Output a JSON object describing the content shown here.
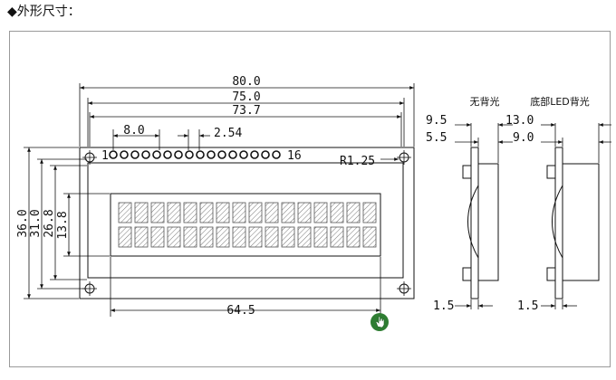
{
  "title": "◆外形尺寸：",
  "front_view": {
    "widths": {
      "outer": "80.0",
      "board": "75.0",
      "inner": "73.7",
      "pin_offset": "8.0",
      "pitch": "2.54",
      "window": "64.5"
    },
    "heights": {
      "outer": "36.0",
      "board": "31.0",
      "bezel": "26.8",
      "window": "13.8"
    },
    "pin_first": "1",
    "pin_last": "16",
    "radius": "R1.25",
    "pin_count": 16,
    "char_columns": 16,
    "char_rows": 2
  },
  "side_view_no_backlight": {
    "caption": "无背光",
    "depth_total": "9.5",
    "depth_body": "5.5",
    "bottom": "1.5"
  },
  "side_view_led_backlight": {
    "caption": "底部LED背光",
    "depth_total": "13.0",
    "depth_body": "9.0",
    "bottom": "1.5"
  },
  "cursor": {
    "icon": "hand-pointer-icon",
    "color": "#2e7d32"
  }
}
